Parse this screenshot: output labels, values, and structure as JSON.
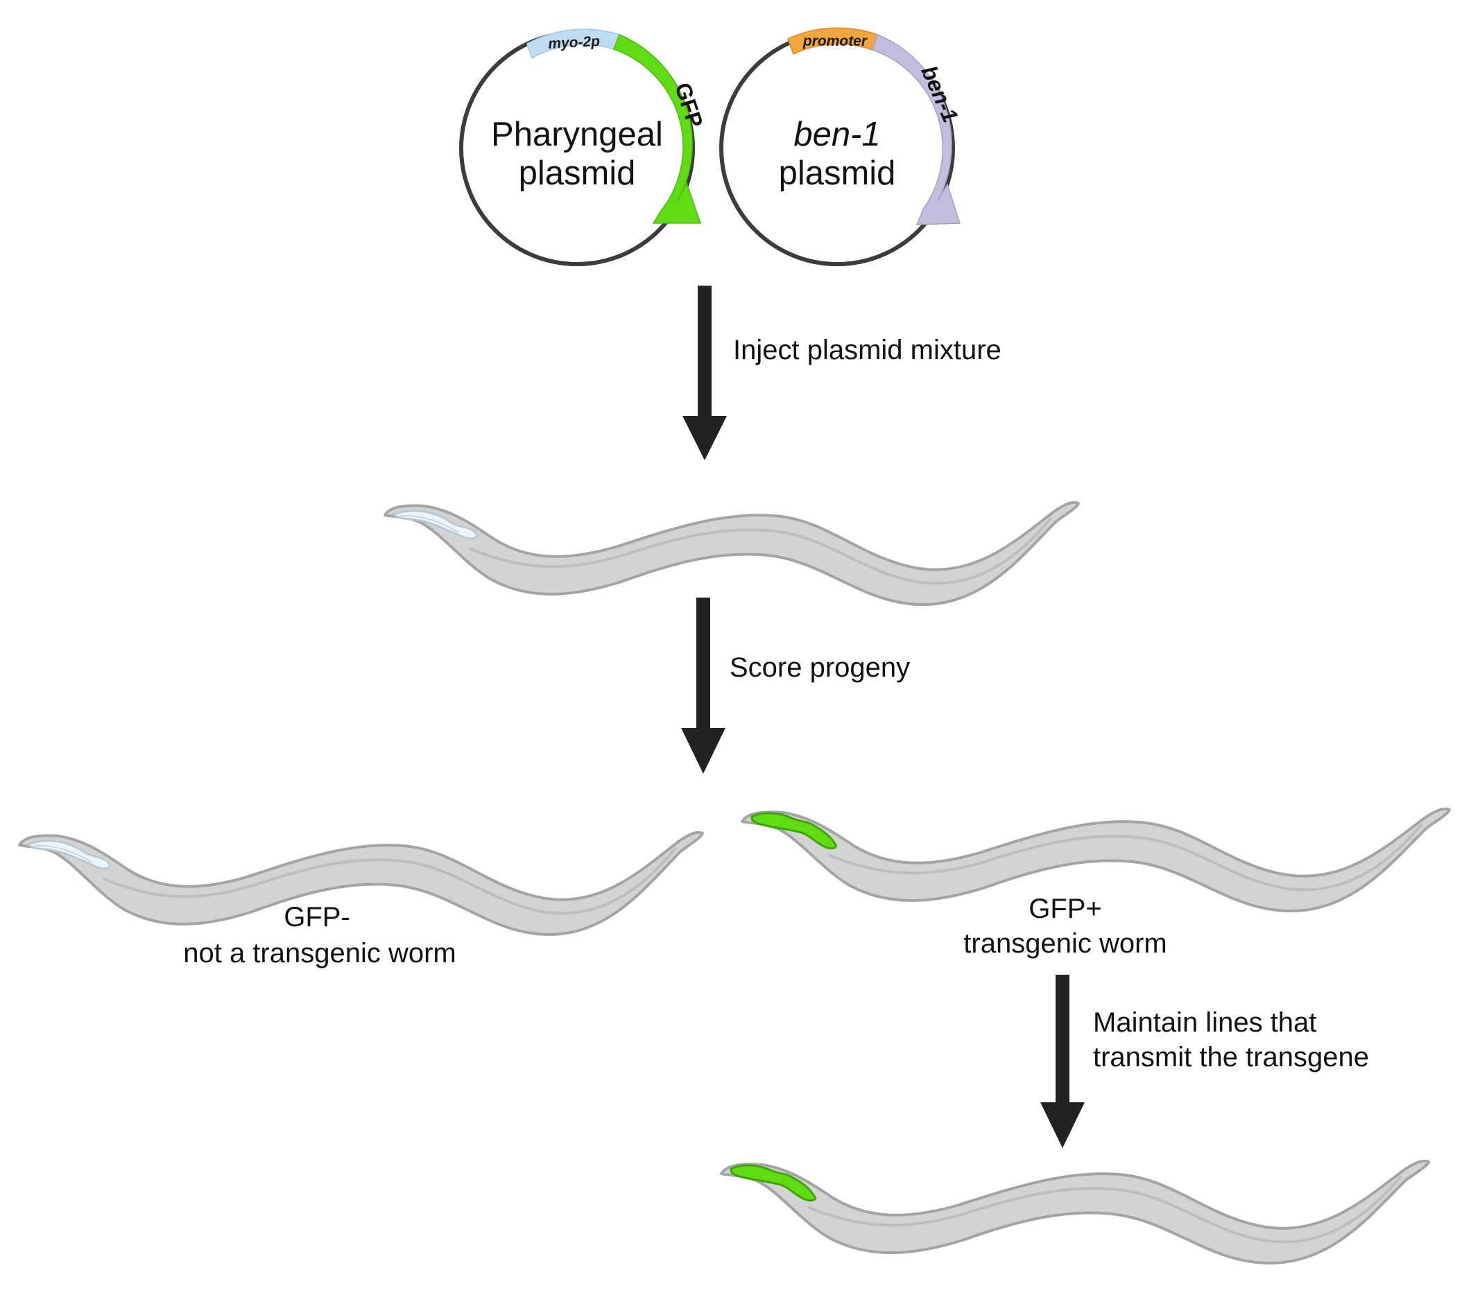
{
  "plasmids": {
    "pharyngeal": {
      "title_line1": "Pharyngeal",
      "title_line2": "plasmid",
      "promoter": "myo-2p",
      "gene": "GFP",
      "promoter_color": "#bfdcf2",
      "gene_color": "#5fdc14"
    },
    "ben1": {
      "title_line1": "ben-1",
      "title_line2": "plasmid",
      "promoter": "promoter",
      "gene": "ben-1",
      "promoter_color": "#f1a73e",
      "gene_color": "#c3bcdc"
    }
  },
  "steps": {
    "inject": "Inject plasmid mixture",
    "score": "Score progeny",
    "maintain_line1": "Maintain lines that",
    "maintain_line2": "transmit the transgene"
  },
  "outcomes": {
    "negative_line1": "GFP-",
    "negative_line2": "not a transgenic worm",
    "positive_line1": "GFP+",
    "positive_line2": "transgenic worm"
  },
  "colors": {
    "worm_body": "#d3d3d3",
    "worm_outline": "#a4a4a4",
    "pharynx_gfp": "#5fdc14",
    "pharynx_plain": "#eef4f8",
    "arrow": "#222222"
  }
}
